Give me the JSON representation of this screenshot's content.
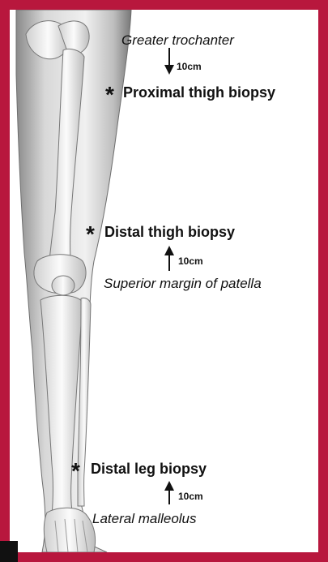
{
  "labels": {
    "greater_trochanter": "Greater trochanter",
    "proximal_thigh_biopsy": "Proximal thigh biopsy",
    "distal_thigh_biopsy": "Distal thigh biopsy",
    "superior_margin_patella": "Superior margin of patella",
    "distal_leg_biopsy": "Distal leg biopsy",
    "lateral_malleolus": "Lateral malleolus"
  },
  "distances": {
    "proximal": "10cm",
    "distal_thigh": "10cm",
    "distal_leg": "10cm"
  },
  "markers": {
    "symbol": "*"
  },
  "colors": {
    "frame": "#b8173d",
    "text": "#111111",
    "skin_light": "#e2e2e2",
    "skin_dark": "#7a7a7a",
    "bone": "#f4f4f4"
  }
}
